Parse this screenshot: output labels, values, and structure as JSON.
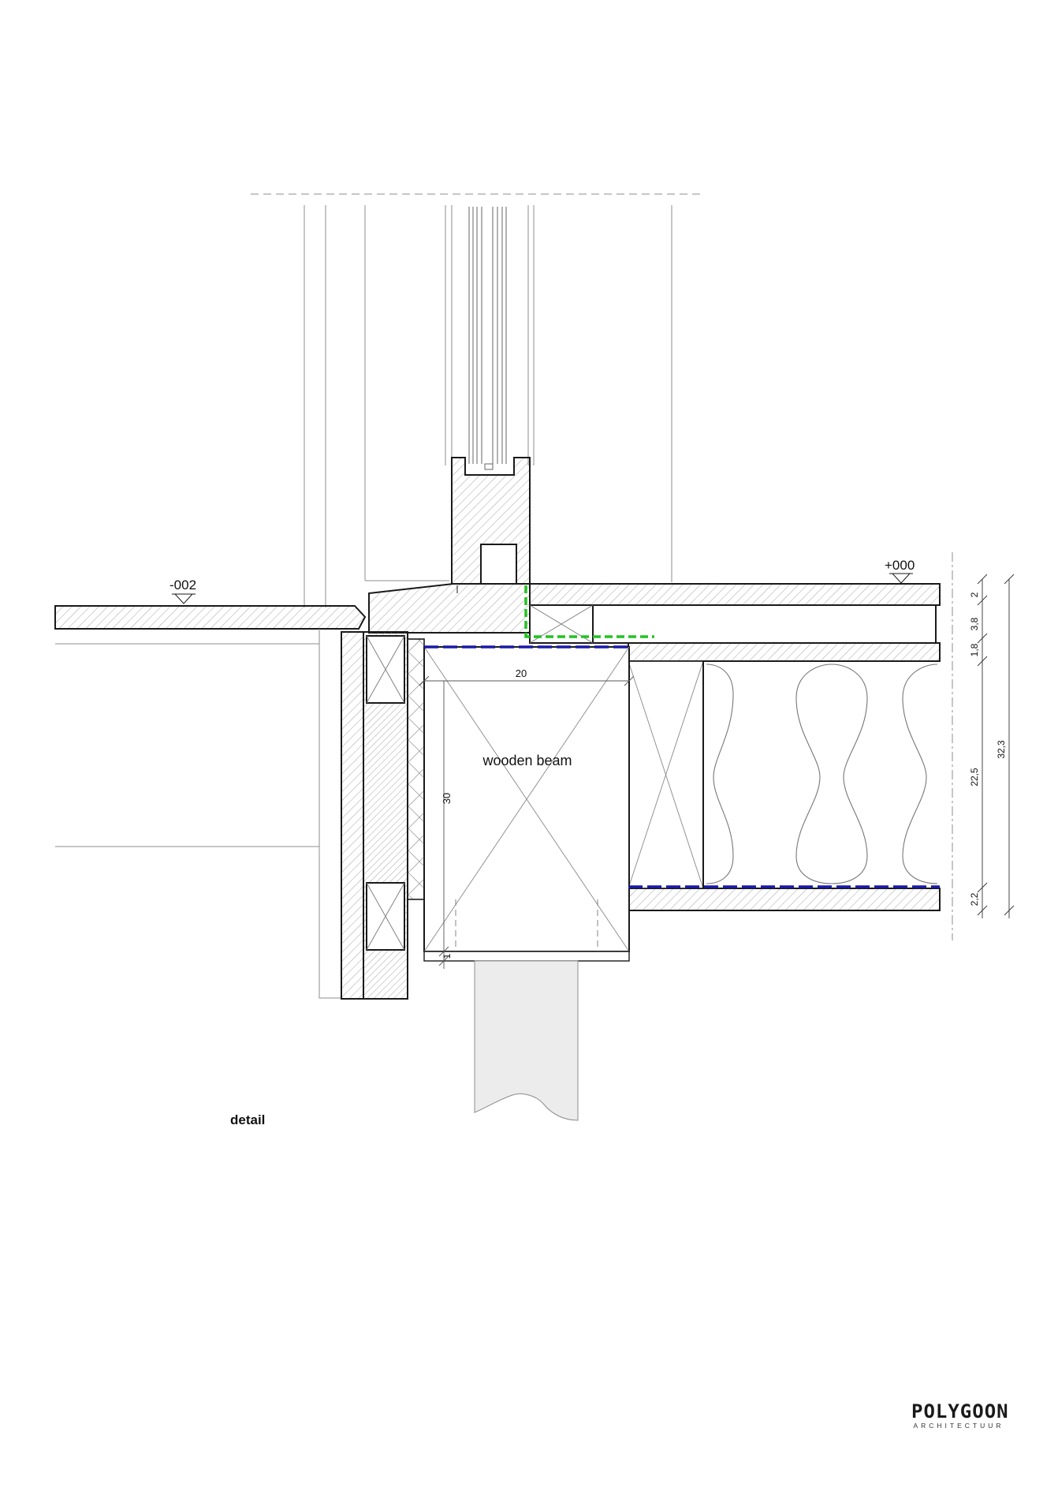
{
  "drawing": {
    "level_left": "-002",
    "level_right": "+000",
    "beam_label": "wooden beam",
    "beam_width": "20",
    "beam_height": "30",
    "bottom_dim": "1",
    "dims_stack": [
      "2",
      "3,8",
      "1,8",
      "22,5",
      "2,2"
    ],
    "dim_total": "32,3",
    "caption": "detail"
  },
  "logo": {
    "name": "POLYGOON",
    "subtitle": "ARCHITECTUUR"
  },
  "colors": {
    "line": "#1a1a1a",
    "hatch": "#9a9a9a",
    "thin": "#8c8c8c",
    "green_membrane": "#22c322",
    "blue_membrane": "#1a1aa8",
    "post_fill": "#ececec"
  }
}
